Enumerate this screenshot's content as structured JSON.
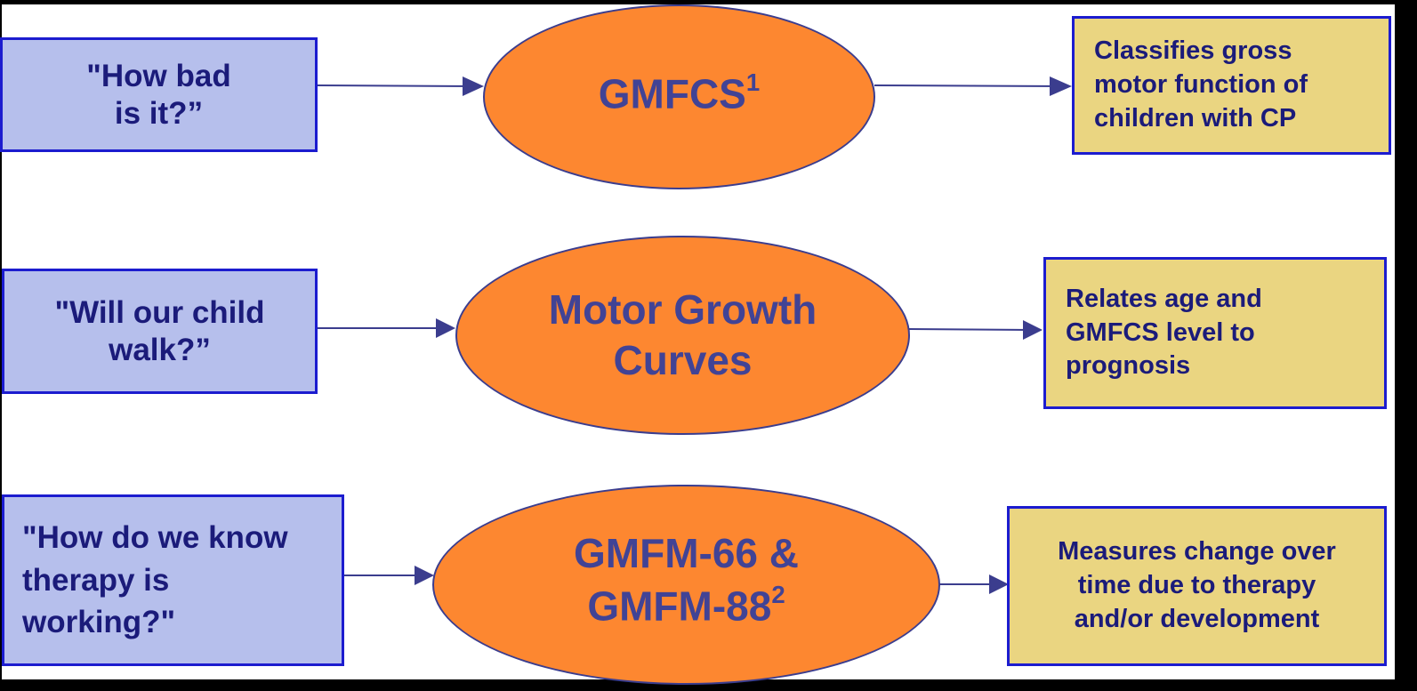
{
  "colors": {
    "question_fill": "#b6bfec",
    "box_border": "#1c1ccf",
    "description_fill": "#ead581",
    "oval_fill": "#fd8730",
    "text_navy": "#1b1b7a",
    "oval_text": "#414395",
    "arrow": "#3b3d8e"
  },
  "rows": [
    {
      "question": "\"How bad\nis it?”",
      "tool": "GMFCS",
      "tool_sup": "1",
      "description": "Classifies gross\nmotor function of\nchildren with CP"
    },
    {
      "question": "\"Will our child\nwalk?”",
      "tool": "Motor Growth\nCurves",
      "tool_sup": "",
      "description": "Relates age and\nGMFCS level to\nprognosis"
    },
    {
      "question": "\"How do we know\ntherapy is\nworking?\"",
      "tool": "GMFM-66 &\nGMFM-88",
      "tool_sup": "2",
      "description": "Measures change over\ntime due to therapy\nand/or development"
    }
  ]
}
